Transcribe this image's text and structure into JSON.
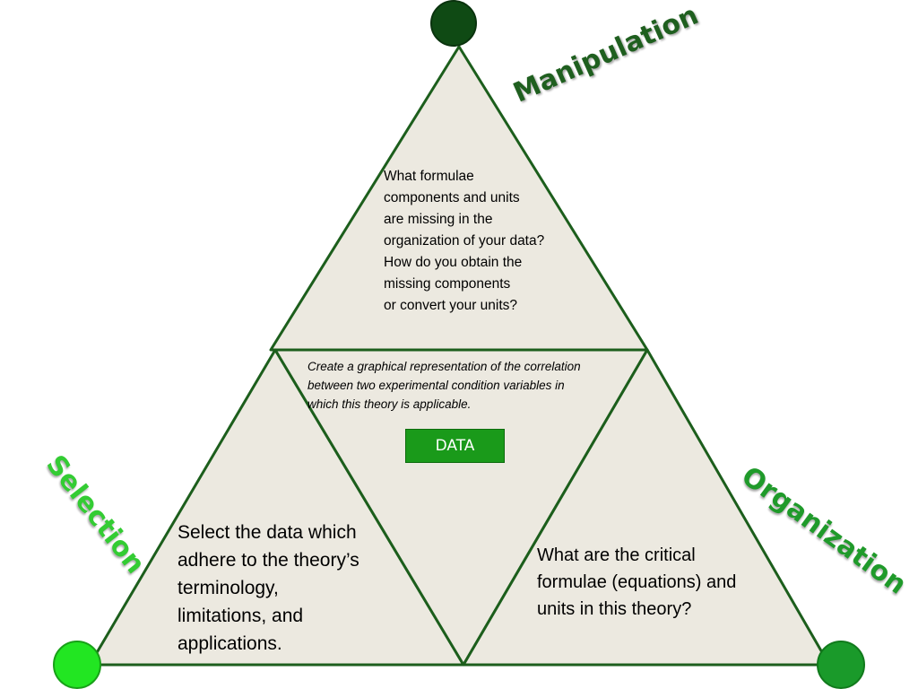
{
  "labels": {
    "top": "Manipulation",
    "left": "Selection",
    "right": "Organization"
  },
  "text": {
    "top": [
      "What formulae",
      "components and units",
      "are missing in the",
      "organization of your data?",
      "How do you obtain the",
      "missing components",
      "or convert your units?"
    ],
    "middle": [
      "Create a graphical representation of the correlation",
      "between two experimental condition variables  in",
      "which this theory is applicable."
    ],
    "left": [
      "Select the data which",
      "adhere to the theory’s",
      "terminology,",
      "limitations, and",
      "applications."
    ],
    "right": [
      "What are the critical",
      "formulae (equations) and",
      "units in this theory?"
    ]
  },
  "button": {
    "label": "DATA"
  },
  "colors": {
    "fill": "#ece9e0",
    "stroke": "#1c5e1c",
    "top_node": "#0f4a14",
    "left_node": "#22e622",
    "right_node": "#1a9a2a",
    "manipulation_label": "#1f5f1f",
    "selection_label": "#33cc33",
    "organization_label": "#1f9a2a",
    "data_button": "#1a9a1a"
  }
}
